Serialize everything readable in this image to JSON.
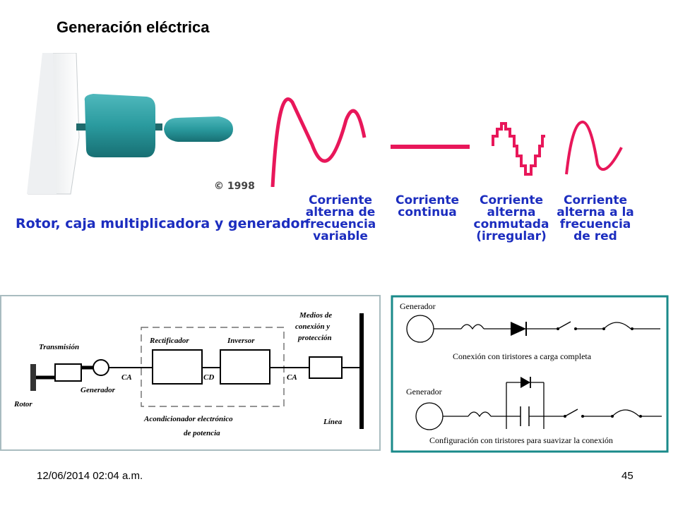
{
  "slide": {
    "title": "Generación eléctrica"
  },
  "turbine": {
    "copyright": "© 1998",
    "caption": "Rotor, caja multiplicadora y generador"
  },
  "waveforms": [
    {
      "lines": [
        "Corriente",
        "alterna de",
        "frecuencia",
        "variable"
      ]
    },
    {
      "lines": [
        "Corriente",
        "continua"
      ]
    },
    {
      "lines": [
        "Corriente",
        "alterna",
        "conmutada",
        "(irregular)"
      ]
    },
    {
      "lines": [
        "Corriente",
        "alterna a la",
        "frecuencia",
        "de red"
      ]
    }
  ],
  "block_diagram": {
    "rotor": "Rotor",
    "transmision": "Transmisión",
    "generador": "Generador",
    "rectificador": "Rectificador",
    "inversor": "Inversor",
    "ca_left": "CA",
    "cd": "CD",
    "ca_right": "CA",
    "medios": [
      "Medios de",
      "conexión y",
      "protección"
    ],
    "acondicionador": [
      "Acondicionador electrónico",
      "de potencia"
    ],
    "linea": "Línea"
  },
  "circuit_diagram": {
    "top_label": "Generador",
    "top_caption": "Conexión con tiristores a carga completa",
    "bottom_label": "Generador",
    "bottom_caption": "Configuración con tiristores para suavizar la conexión"
  },
  "colors": {
    "caption_blue": "#1c2dbf",
    "wave_red": "#e8175a",
    "frame_teal": "#1a8a8a",
    "nacelle_teal": "#2a9a9e"
  },
  "footer": {
    "date": "12/06/2014 02:04 a.m.",
    "page": "45"
  }
}
